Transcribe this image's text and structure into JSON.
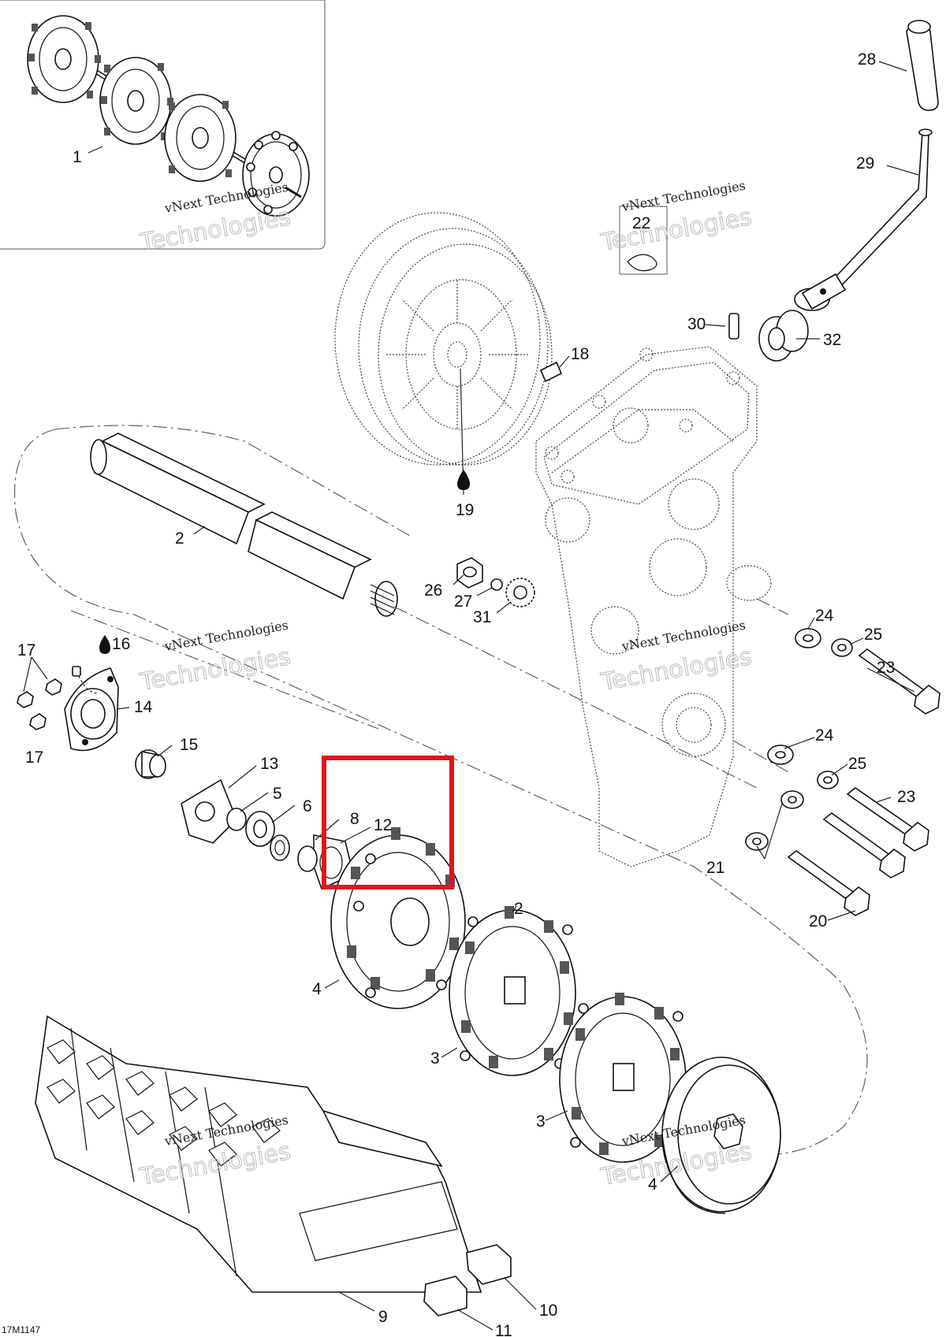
{
  "diagram": {
    "reference_code": "17M1147",
    "watermark": {
      "line1": "vNext Technologies",
      "line2": "Technologies"
    },
    "callouts": [
      "1",
      "2",
      "2",
      "3",
      "3",
      "4",
      "4",
      "5",
      "6",
      "8",
      "9",
      "10",
      "11",
      "12",
      "13",
      "14",
      "15",
      "16",
      "17",
      "17",
      "18",
      "19",
      "20",
      "21",
      "22",
      "23",
      "23",
      "24",
      "24",
      "25",
      "25",
      "26",
      "27",
      "28",
      "29",
      "30",
      "31",
      "32"
    ],
    "highlight": {
      "color": "#e0141e"
    },
    "colors": {
      "ink": "#111111",
      "ghost": "#444444"
    }
  }
}
